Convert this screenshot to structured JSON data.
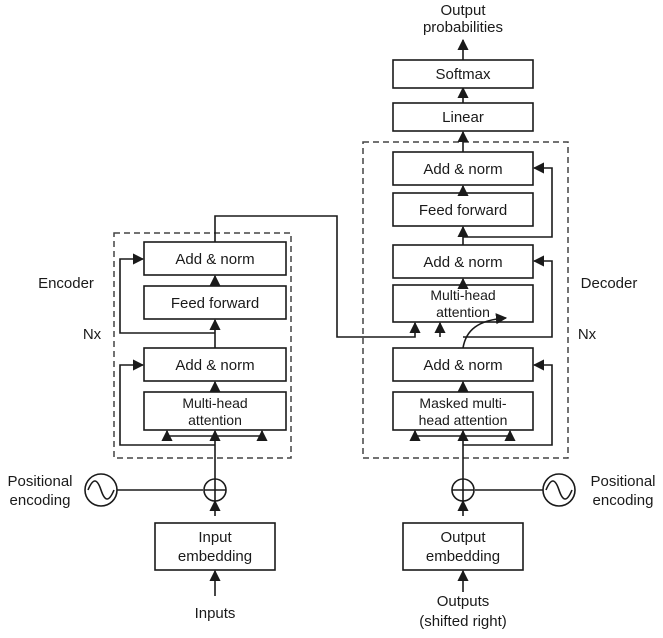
{
  "encoder": {
    "label": "Encoder",
    "nx": "Nx",
    "add_norm_top": "Add & norm",
    "feed_forward": "Feed forward",
    "add_norm_bottom": "Add & norm",
    "attention_line1": "Multi-head",
    "attention_line2": "attention"
  },
  "decoder": {
    "label": "Decoder",
    "nx": "Nx",
    "add_norm_top": "Add & norm",
    "feed_forward": "Feed forward",
    "add_norm_mid": "Add & norm",
    "attention_line1": "Multi-head",
    "attention_line2": "attention",
    "add_norm_bottom": "Add & norm",
    "masked_line1": "Masked multi-",
    "masked_line2": "head attention"
  },
  "top": {
    "linear": "Linear",
    "softmax": "Softmax",
    "output_line1": "Output",
    "output_line2": "probabilities"
  },
  "left_input": {
    "pos_line1": "Positional",
    "pos_line2": "encoding",
    "embed_line1": "Input",
    "embed_line2": "embedding",
    "inputs": "Inputs"
  },
  "right_input": {
    "pos_line1": "Positional",
    "pos_line2": "encoding",
    "embed_line1": "Output",
    "embed_line2": "embedding",
    "outputs_line1": "Outputs",
    "outputs_line2": "(shifted right)"
  },
  "icons": {
    "add": "circled-plus-icon",
    "positional": "sine-wave-icon"
  }
}
